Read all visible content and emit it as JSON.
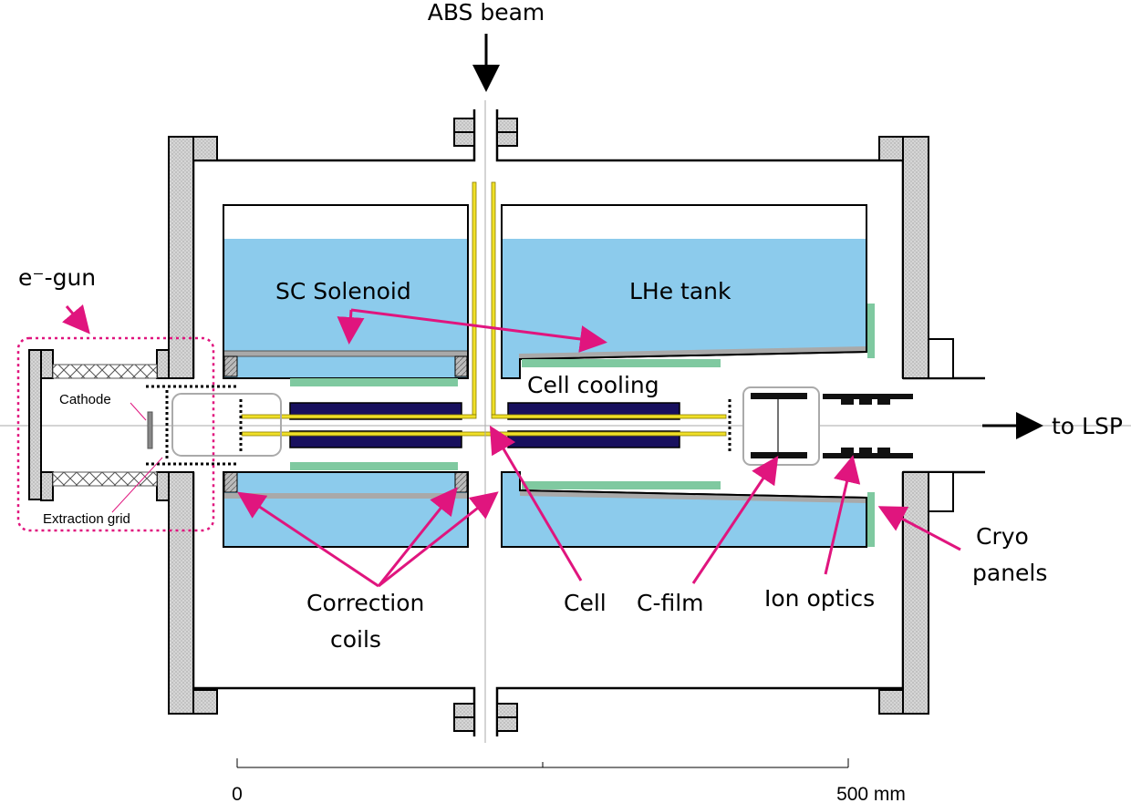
{
  "labels": {
    "abs_beam": "ABS beam",
    "egun": "e⁻-gun",
    "sc_solenoid": "SC Solenoid",
    "lhe_tank": "LHe tank",
    "cell_cooling": "Cell cooling",
    "cathode": "Cathode",
    "extraction_grid": "Extraction grid",
    "to_lsp": "to LSP",
    "correction_coils_1": "Correction",
    "correction_coils_2": "coils",
    "cell": "Cell",
    "c_film": "C-film",
    "ion_optics": "Ion optics",
    "cryo_panels_1": "Cryo",
    "cryo_panels_2": "panels"
  },
  "scale_bar": {
    "start_label": "0",
    "end_label": "500 mm"
  },
  "colors": {
    "annotation": "#e0157e",
    "helium": "#8ccbec",
    "coil": "#18105e",
    "cryo_panel": "#7fc9a0",
    "cell_tube": "#f0e028",
    "flange": "#d8d8d8",
    "outline": "#000000"
  }
}
